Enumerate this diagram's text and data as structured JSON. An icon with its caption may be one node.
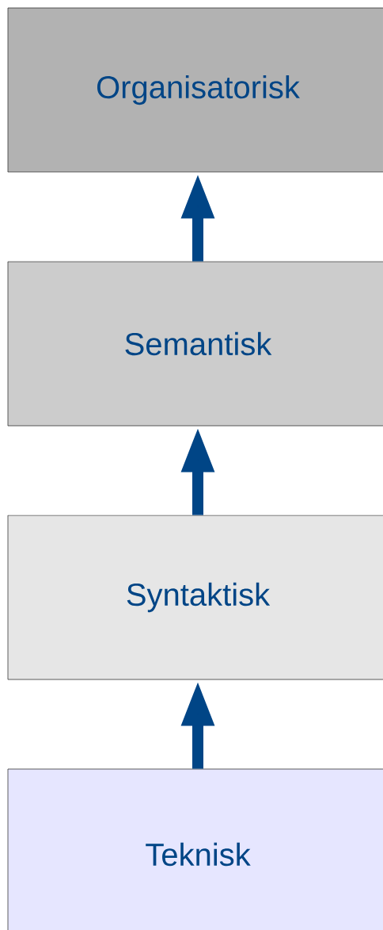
{
  "diagram": {
    "nodes": [
      {
        "text": [
          "Organisatorisk"
        ]
      },
      {
        "text": [
          "Semantisk"
        ]
      },
      {
        "text": [
          "Syntaktisk"
        ]
      },
      {
        "text": [
          "Teknisk"
        ]
      }
    ],
    "edges": [
      {
        "from": 1,
        "to": 0,
        "arrow": "to"
      },
      {
        "from": 2,
        "to": 1,
        "arrow": "to"
      },
      {
        "from": 3,
        "to": 2,
        "arrow": "to"
      }
    ]
  }
}
